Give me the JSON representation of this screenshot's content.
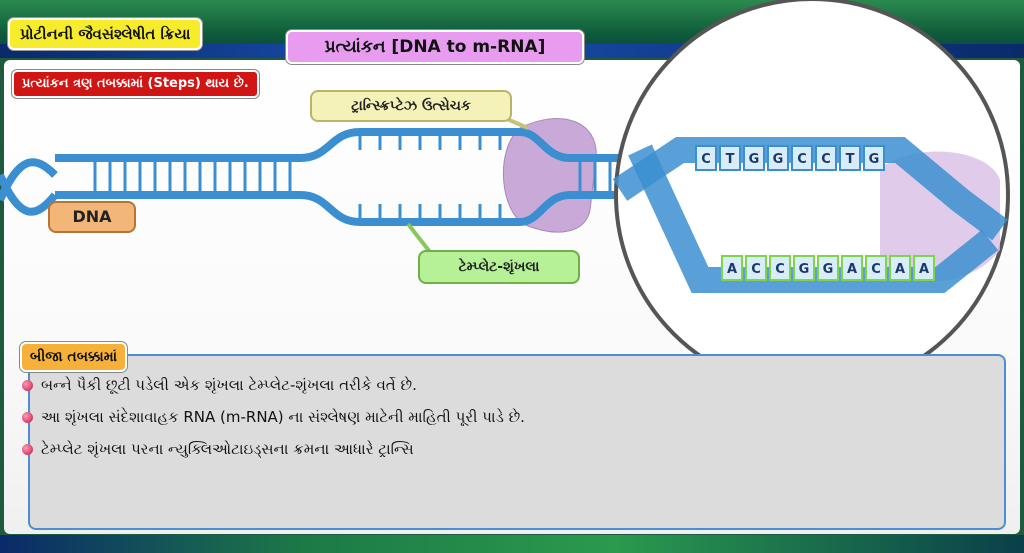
{
  "header": {
    "title": "પ્રોટીનની જૈવસંશ્લેષીત ક્રિયા",
    "subtitle": "પ્રત્યાંકન [DNA to m-RNA]"
  },
  "steps_badge": "પ્રત્યાંકન ત્રણ તબક્કામાં (Steps) થાય છે.",
  "diagram": {
    "label_transcriptase": "ટ્રાન્સ્ક્રિપ્ટેઝ ઉત્સેચક",
    "label_dna": "DNA",
    "label_template": "ટેમ્પ્લેટ-શૃંખલા",
    "top_bases": [
      "C",
      "T",
      "G",
      "G",
      "C",
      "C",
      "T",
      "G"
    ],
    "bottom_bases": [
      "A",
      "C",
      "C",
      "G",
      "G",
      "A",
      "C",
      "A",
      "A"
    ],
    "colors": {
      "strand": "#3b8fd0",
      "enzyme": "#c7a6d6",
      "green_base": "#7fd54a"
    }
  },
  "section": {
    "heading": "બીજા તબક્કામાં",
    "bullets": [
      "બન્ને પૈકી છૂટી પડેલી એક શૃંખલા ટેમ્પ્લેટ-શૃંખલા તરીકે વર્તે છે.",
      "આ શૃંખલા સંદેશાવાહક RNA (m-RNA) ના સંશ્લેષણ માટેની માહિતી પૂરી પાડે છે.",
      "ટેમ્પ્લેટ શૃંખલા પરના ન્યુક્લિઓટાઇડ્સના ક્રમના આધારે ટ્રાન્સિ"
    ]
  }
}
